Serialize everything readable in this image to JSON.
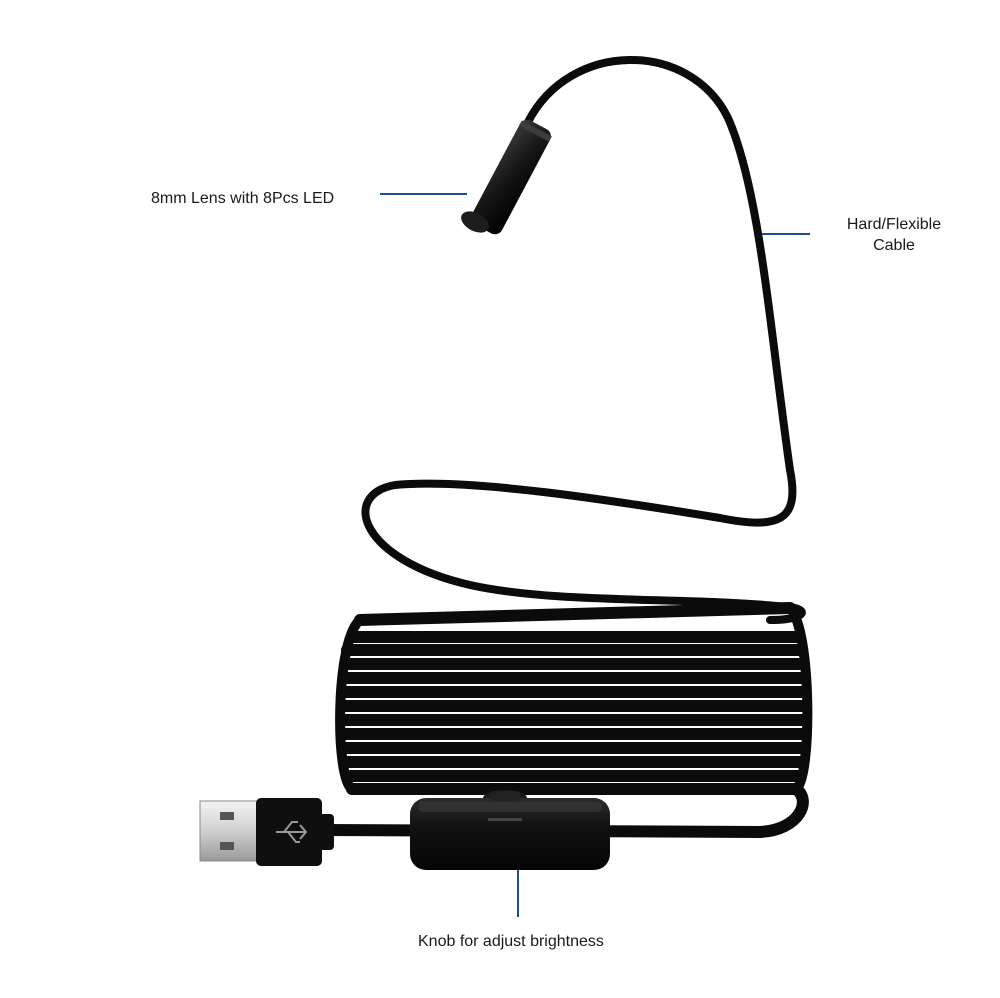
{
  "annotations": {
    "lens": "8mm Lens with 8Pcs LED",
    "cable_line1": "Hard/Flexible",
    "cable_line2": "Cable",
    "knob": "Knob for adjust brightness"
  },
  "colors": {
    "background": "#ffffff",
    "cable": "#0b0b0b",
    "leader_line": "#1f4e8c",
    "text": "#1a1a1a",
    "usb_metal": "#d8d8d8"
  },
  "icons": {
    "usb_connector": "usb-plug-icon",
    "usb_symbol": "usb-trident-icon"
  }
}
